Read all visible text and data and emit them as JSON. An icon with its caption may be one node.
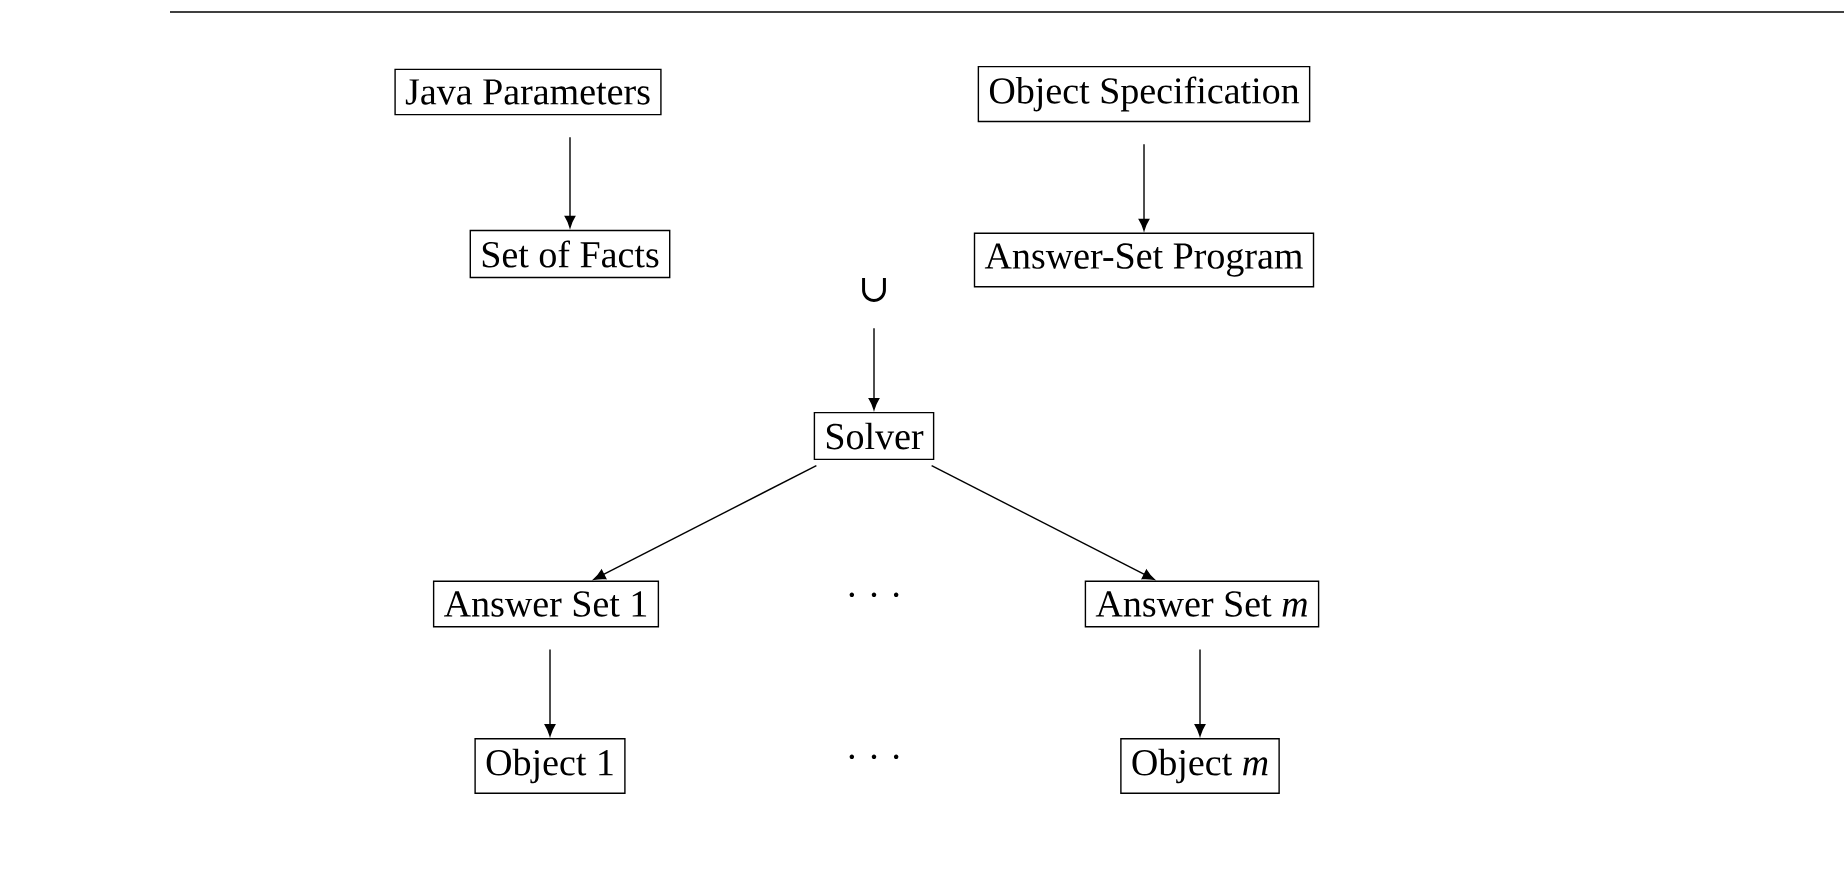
{
  "diagram": {
    "nodes": [
      {
        "text": [
          "Java Parameters"
        ]
      },
      {
        "text": [
          "Object Specification"
        ]
      },
      {
        "text": [
          "Set of Facts"
        ]
      },
      {
        "text": [
          "Answer-Set Program"
        ]
      },
      {
        "text": [
          "∪"
        ]
      },
      {
        "text": [
          "Solver"
        ]
      },
      {
        "text": [
          "Answer Set 1"
        ]
      },
      {
        "text": [
          "Answer Set *m*"
        ]
      },
      {
        "text": [
          "Object 1"
        ]
      },
      {
        "text": [
          "Object *m*"
        ]
      }
    ],
    "edges": [
      {
        "from": 0,
        "to": 2,
        "arrow": "to"
      },
      {
        "from": 1,
        "to": 3,
        "arrow": "to"
      },
      {
        "from": 4,
        "to": 5,
        "arrow": "to"
      },
      {
        "from": 5,
        "to": 6,
        "arrow": "to"
      },
      {
        "from": 5,
        "to": 7,
        "arrow": "to"
      },
      {
        "from": 6,
        "to": 8,
        "arrow": "to"
      },
      {
        "from": 7,
        "to": 9,
        "arrow": "to"
      }
    ],
    "labels": [
      "· · ·",
      "· · ·"
    ]
  }
}
